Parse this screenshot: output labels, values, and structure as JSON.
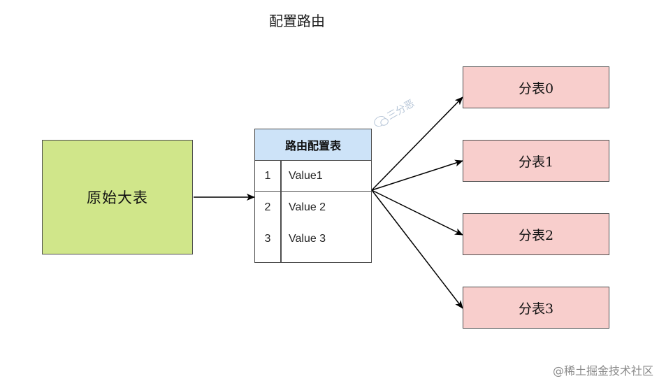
{
  "title": "配置路由",
  "source": {
    "label": "原始大表",
    "color": "#d0e68a"
  },
  "routing_table": {
    "header": "路由配置表",
    "header_color": "#cde3f8",
    "rows": [
      {
        "index": "1",
        "value": "Value1"
      },
      {
        "index": "2",
        "value": "Value 2"
      },
      {
        "index": "3",
        "value": "Value 3"
      }
    ]
  },
  "shards": [
    {
      "label": "分表0"
    },
    {
      "label": "分表1"
    },
    {
      "label": "分表2"
    },
    {
      "label": "分表3"
    }
  ],
  "shard_color": "#f8cecc",
  "watermark": {
    "text": "三分恶",
    "icon": "wechat-icon"
  },
  "footer": "@稀土掘金技术社区"
}
